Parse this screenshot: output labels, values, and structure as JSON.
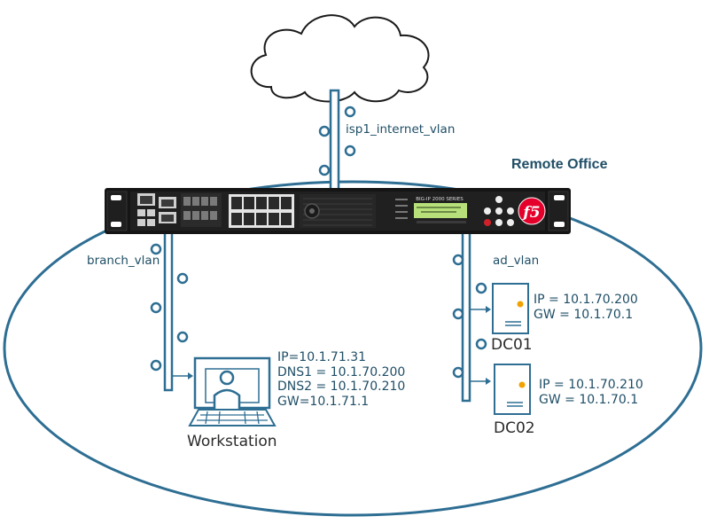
{
  "title": "Remote Office",
  "networks": {
    "internet": "isp1_internet_vlan",
    "branch": "branch_vlan",
    "ad": "ad_vlan"
  },
  "appliance": {
    "model_text": "BIG-IP 2000 SERIES",
    "logo_text": "f5"
  },
  "workstation": {
    "name": "Workstation",
    "config": [
      "IP=10.1.71.31",
      "DNS1 = 10.1.70.200",
      "DNS2 = 10.1.70.210",
      "GW=10.1.71.1"
    ]
  },
  "servers": [
    {
      "name": "DC01",
      "config": [
        "IP = 10.1.70.200",
        "GW = 10.1.70.1"
      ]
    },
    {
      "name": "DC02",
      "config": [
        "IP = 10.1.70.210",
        "GW = 10.1.70.1"
      ]
    }
  ],
  "colors": {
    "line": "#2e6e93",
    "text": "#1f4e66",
    "device_dark": "#111111",
    "lcd": "#b7e07a",
    "f5_red": "#e4002b"
  }
}
